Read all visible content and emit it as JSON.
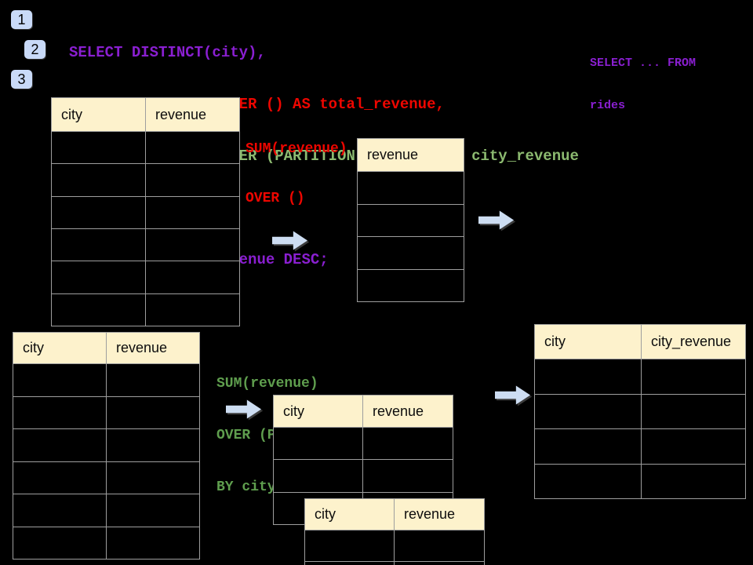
{
  "colors": {
    "background": "#000000",
    "code_purple": "#8a1fd1",
    "code_red": "#ee0600",
    "code_green_light": "#8cba70",
    "annotation_green": "#5f9e4e",
    "badge_blue": "#c9daf8",
    "arrow_blue": "#cdddf2",
    "table_header_fill": "#fdf2cc",
    "table_border": "#9e9e9e"
  },
  "badges": {
    "b1": "1",
    "b2": "2",
    "b3": "3"
  },
  "code": {
    "lines": [
      {
        "text": "SELECT DISTINCT(city),"
      },
      {
        "text": "    SUM(revenue) OVER () AS total_revenue,"
      },
      {
        "text": "    SUM(revenue) OVER (PARTITION BY city) as city_revenue"
      },
      {
        "text": "  FROM rides"
      },
      {
        "text": "  ORDER by city_revenue DESC;"
      }
    ]
  },
  "side_code": {
    "line1": "SELECT ... FROM",
    "line2": "rides"
  },
  "annotations": {
    "total_revenue": {
      "line1": "SUM(revenue)",
      "line2": "OVER ()"
    },
    "partition": {
      "line1": "SUM(revenue)",
      "line2": "OVER (PARTITION",
      "line3": "BY city)"
    }
  },
  "tables": {
    "source_top": {
      "col1": "city",
      "col2": "revenue"
    },
    "total_result": {
      "col1": "revenue"
    },
    "source_bottom": {
      "col1": "city",
      "col2": "revenue"
    },
    "partition_mid": {
      "col1": "city",
      "col2": "revenue"
    },
    "partition_overlay": {
      "col1": "city",
      "col2": "revenue"
    },
    "city_result": {
      "col1": "city",
      "col2": "city_revenue"
    }
  }
}
